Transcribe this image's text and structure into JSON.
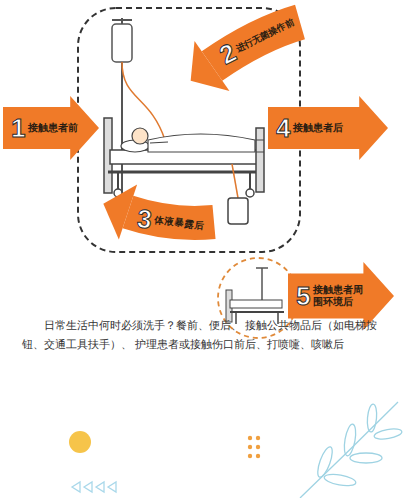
{
  "diagram": {
    "nodes": [
      {
        "text": [
          "1",
          "接触患者前"
        ]
      },
      {
        "text": [
          "2",
          "进行无菌操作前"
        ]
      },
      {
        "text": [
          "3",
          "体液暴露后"
        ]
      },
      {
        "text": [
          "4",
          "接触患者后"
        ]
      },
      {
        "text": [
          "5",
          "接触患者周围环境后"
        ]
      }
    ],
    "labels": [
      "日常生活中何时必须洗手？餐前、便后、 接触公共物品后（如电梯按钮、交通工具扶手）、 护理患者或接触伤口前后、打喷嚏、咳嗽后"
    ]
  }
}
